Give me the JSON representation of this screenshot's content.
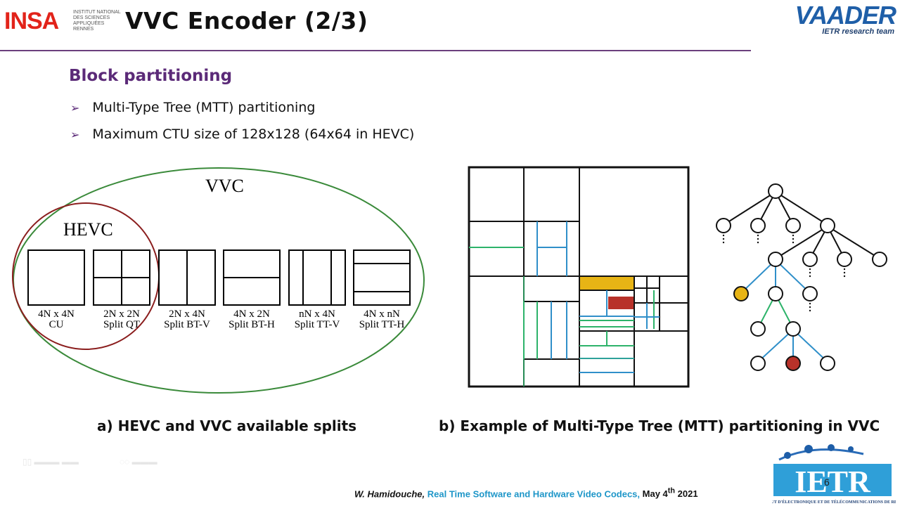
{
  "header": {
    "insa_logo": {
      "word": "INSA",
      "lines": [
        "INSTITUT NATIONAL",
        "DES SCIENCES",
        "APPLIQUÉES",
        "RENNES"
      ]
    },
    "title": "VVC Encoder (2/3)",
    "vaader_logo": {
      "word": "VAADER",
      "subtitle": "IETR research team"
    },
    "rule_color": "#6b3f7d"
  },
  "content": {
    "heading": "Block partitioning",
    "bullets": [
      "Multi-Type Tree (MTT) partitioning",
      "Maximum CTU size of 128x128 (64x64 in HEVC)"
    ],
    "bullet_icon": "arrow-bullet-icon"
  },
  "diagram_a": {
    "vvc_label": "VVC",
    "hevc_label": "HEVC",
    "vvc_ellipse_color": "#3a8a3a",
    "hevc_circle_color": "#8b1e1e",
    "splits": [
      {
        "line1": "4N x 4N",
        "line2": "CU"
      },
      {
        "line1": "2N x 2N",
        "line2": "Split QT"
      },
      {
        "line1": "2N x 4N",
        "line2": "Split BT-V"
      },
      {
        "line1": "4N x 2N",
        "line2": "Split BT-H"
      },
      {
        "line1": "nN x 4N",
        "line2": "Split TT-V"
      },
      {
        "line1": "4N x nN",
        "line2": "Split TT-H"
      }
    ],
    "caption": "a) HEVC and VVC available splits"
  },
  "diagram_b": {
    "colors": {
      "qt": "#111111",
      "bt": "#2f8fc9",
      "tt": "#2db36a",
      "highlight_yellow": "#e7b415",
      "highlight_red": "#b8322a"
    },
    "caption": "b) Example of Multi-Type Tree (MTT) partitioning in VVC"
  },
  "footer": {
    "author": "W. Hamidouche,",
    "event": "Real Time Software and Hardware Video Codecs,",
    "date": "May 4",
    "date_sup": "th",
    "year": "2021",
    "page": "6",
    "ietr_logo": {
      "word": "IETR",
      "tagline": "INSTITUT D'ÉLECTRONIQUE ET DE TÉLÉCOMMUNICATIONS DE RENNES"
    },
    "watermark_logos": [
      "logo-watermark-1",
      "logo-watermark-2"
    ]
  }
}
